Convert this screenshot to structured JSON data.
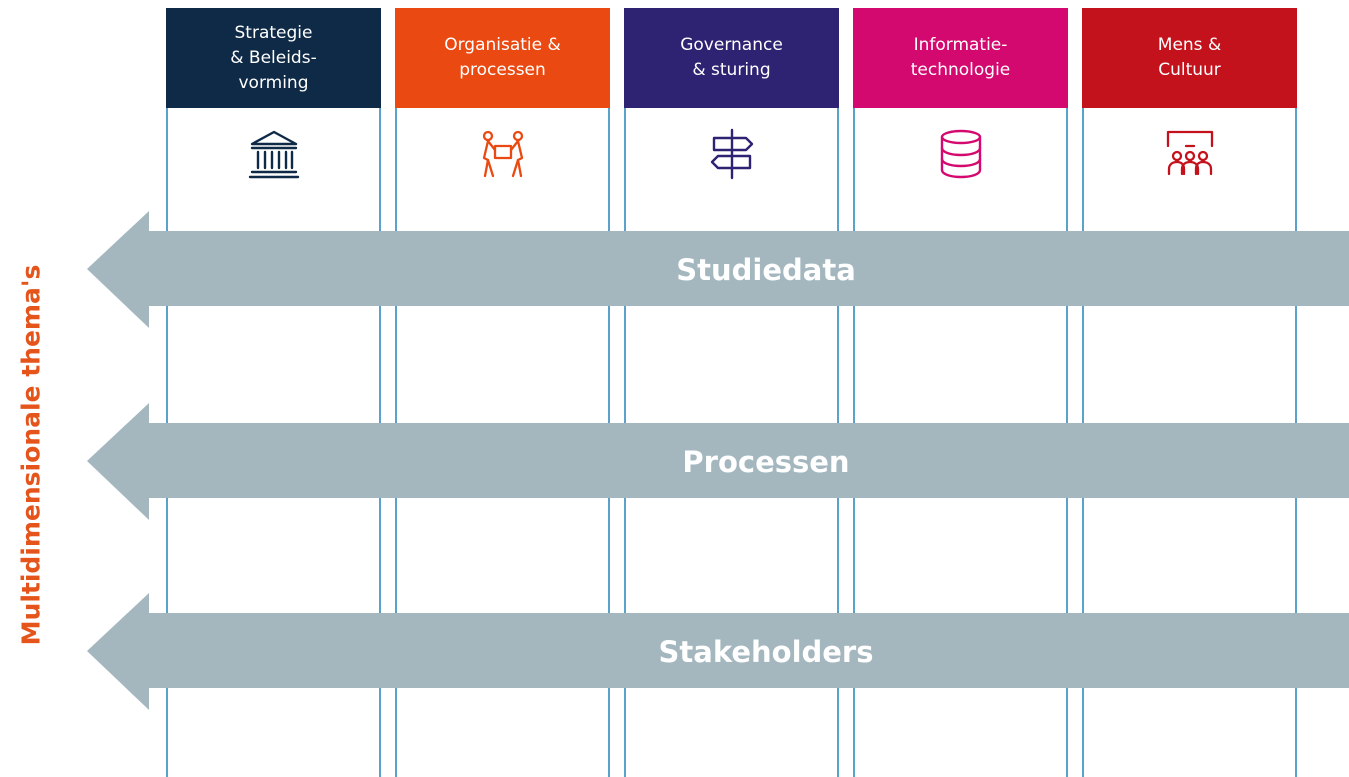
{
  "side_label": "Multidimensionale thema's",
  "columns": [
    {
      "title": "Strategie\n& Beleids-\nvorming",
      "color": "#0e2a47",
      "icon": "building-columns-icon"
    },
    {
      "title": "Organisatie &\nprocessen",
      "color": "#ea4a12",
      "icon": "people-carrying-box-icon"
    },
    {
      "title": "Governance\n& sturing",
      "color": "#2e2373",
      "icon": "signpost-icon"
    },
    {
      "title": "Informatie-\ntechnologie",
      "color": "#d4096f",
      "icon": "database-icon"
    },
    {
      "title": "Mens &\nCultuur",
      "color": "#c4121c",
      "icon": "presentation-audience-icon"
    }
  ],
  "themes": [
    {
      "label": "Studiedata"
    },
    {
      "label": "Processen"
    },
    {
      "label": "Stakeholders"
    }
  ],
  "colors": {
    "arrow": "#a4b7bf",
    "column_border": "#5aa2c9",
    "side_label": "#e5541b"
  }
}
